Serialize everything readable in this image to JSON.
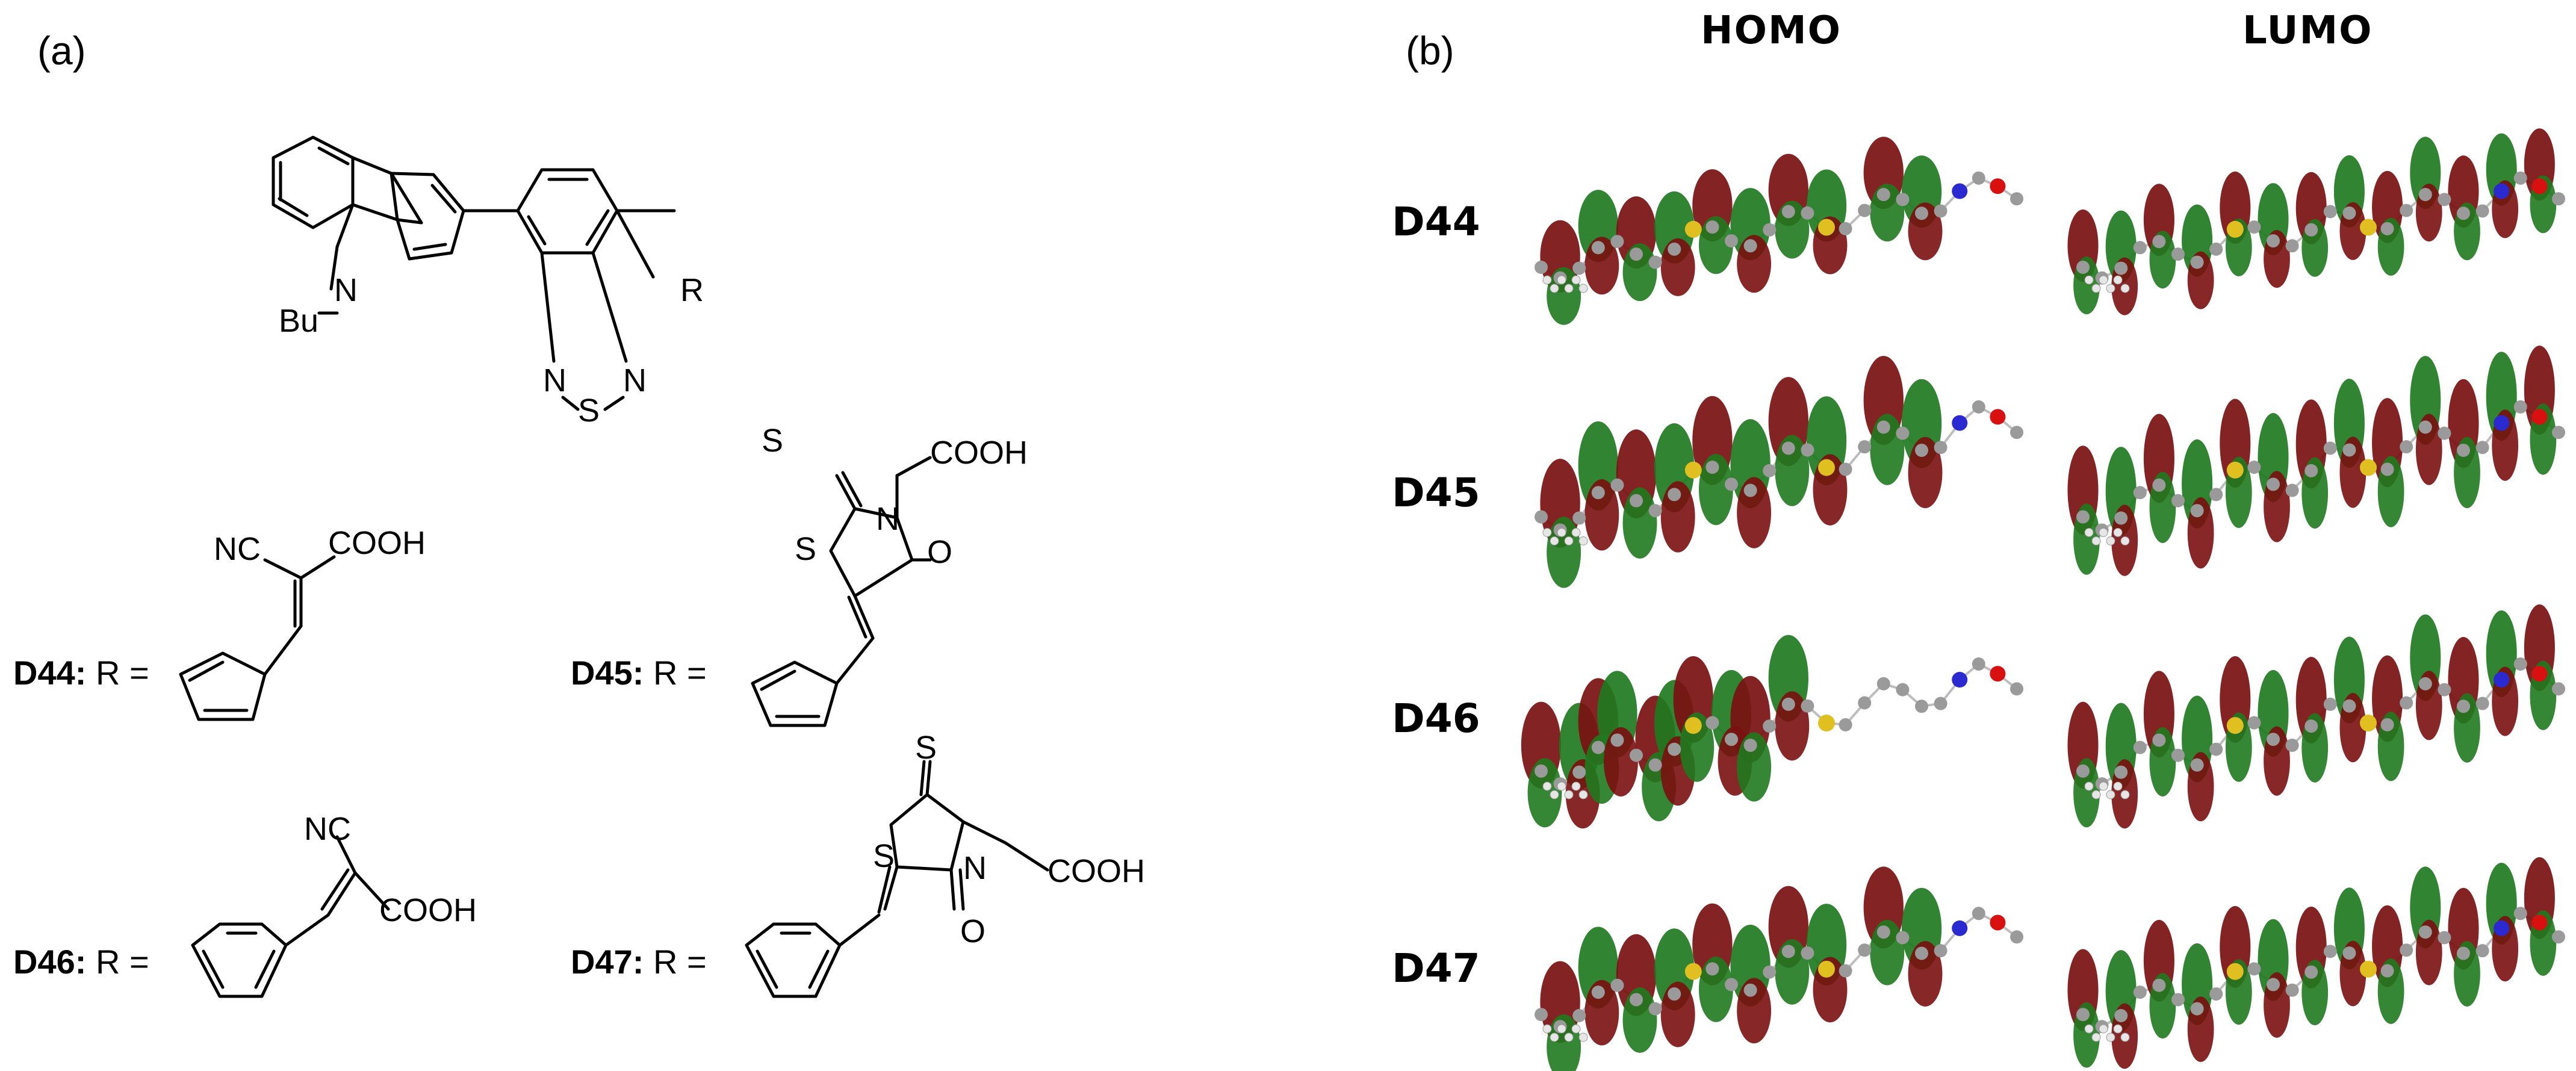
{
  "panels": {
    "a_label": "(a)",
    "b_label": "(b)"
  },
  "core_structure": {
    "atoms": {
      "N_carbazole": "N",
      "Bu": "Bu",
      "R": "R",
      "N1": "N",
      "S": "S",
      "N2": "N"
    }
  },
  "substituents": [
    {
      "id": "D44",
      "prefix": "D44:",
      "eq": " R =",
      "groups": {
        "cn": "NC",
        "cooh": "COOH"
      }
    },
    {
      "id": "D45",
      "prefix": "D45:",
      "eq": " R =",
      "groups": {
        "s_thione": "S",
        "n": "N",
        "cooh": "COOH",
        "s_ring": "S",
        "o": "O"
      }
    },
    {
      "id": "D46",
      "prefix": "D46:",
      "eq": " R =",
      "groups": {
        "cn": "NC",
        "cooh": "COOH"
      }
    },
    {
      "id": "D47",
      "prefix": "D47:",
      "eq": " R =",
      "groups": {
        "s_thione": "S",
        "s_ring": "S",
        "n": "N",
        "cooh": "COOH",
        "o": "O"
      }
    }
  ],
  "orbitals": {
    "columns": [
      "HOMO",
      "LUMO"
    ],
    "rows": [
      "D44",
      "D45",
      "D46",
      "D47"
    ],
    "colors": {
      "positive": "#1f7a1f",
      "negative": "#7a1010",
      "carbon": "#9a9a9a",
      "hydrogen": "#e6e6e6",
      "sulfur": "#e0c020",
      "nitrogen": "#2a2ad0",
      "oxygen": "#d81010"
    }
  }
}
